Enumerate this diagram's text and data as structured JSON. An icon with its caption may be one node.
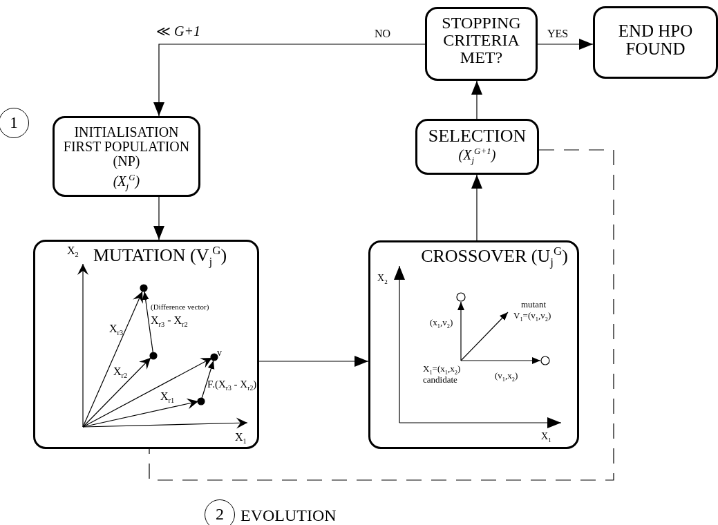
{
  "diagram": {
    "nodes": [
      {
        "text": [
          "STOPPING CRITERIA MET?"
        ]
      },
      {
        "text": [
          "END HPO FOUND"
        ]
      },
      {
        "text": [
          "INITIALISATION FIRST POPULATION (NP)",
          "(X$_{j}$$^{G}$)"
        ]
      },
      {
        "text": [
          "SELECTION",
          "(X$_{j}$$^{G+1}$)"
        ]
      },
      {
        "text": [
          "MUTATION (V$_{j}$$^{G}$)"
        ]
      },
      {
        "text": [
          "CROSSOVER (U$_{j}$$^{G}$)"
        ]
      },
      {
        "text": [
          "1"
        ]
      },
      {
        "text": [
          "2"
        ],
        "beside": [
          "EVOLUTION"
        ]
      }
    ],
    "edges": [
      {
        "from": 0,
        "to": 2,
        "arrow": "to",
        "label": "NO"
      },
      {
        "from": 0,
        "to": 1,
        "arrow": "to",
        "label": "YES"
      },
      {
        "from": 3,
        "to": 0,
        "arrow": "to"
      },
      {
        "from": 2,
        "to": 4,
        "arrow": "to"
      },
      {
        "from": 4,
        "to": 5,
        "arrow": "to"
      },
      {
        "from": 5,
        "to": 3,
        "arrow": "to"
      },
      {
        "from": 3,
        "to": 4,
        "arrow": "none",
        "style": "dashed"
      }
    ],
    "labels": [
      "≪ *G+1*",
      "X$_{2}$",
      "X$_{1}$",
      "X$_{r3}$",
      "(Difference vector)",
      "X$_{r3}$ - X$_{r2}$",
      "X$_{r2}$",
      "v",
      "F.(X$_{r3}$ - X$_{r2}$)",
      "X$_{r1}$",
      "X$_{2}$",
      "X$_{1}$",
      "(x$_{1}$,v$_{2}$)",
      "mutant",
      "V$_{1}$=(v$_{1}$,v$_{2}$)",
      "X$_{1}$=(x$_{1}$,x$_{2}$)",
      "candidate",
      "(v$_{1}$,x$_{2}$)"
    ]
  }
}
